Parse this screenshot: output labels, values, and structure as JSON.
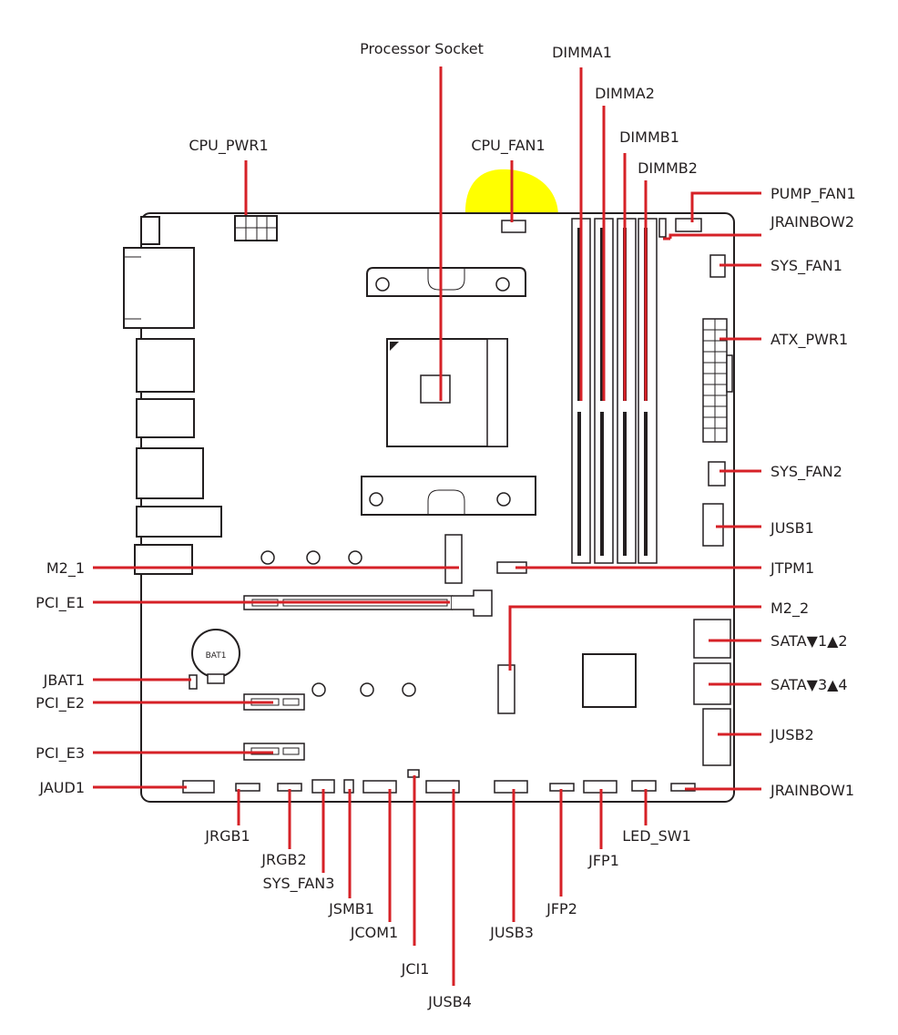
{
  "highlight_color": "#ffff00",
  "leader_color": "#d62127",
  "battery_label": "BAT1",
  "labels": {
    "processor_socket": "Processor Socket",
    "dimma1": "DIMMA1",
    "dimma2": "DIMMA2",
    "dimmb1": "DIMMB1",
    "dimmb2": "DIMMB2",
    "cpu_pwr1": "CPU_PWR1",
    "cpu_fan1": "CPU_FAN1",
    "pump_fan1": "PUMP_FAN1",
    "jrainbow2": "JRAINBOW2",
    "sys_fan1": "SYS_FAN1",
    "atx_pwr1": "ATX_PWR1",
    "sys_fan2": "SYS_FAN2",
    "jusb1": "JUSB1",
    "jtpm1": "JTPM1",
    "m2_2": "M2_2",
    "sata12": "SATA▼1▲2",
    "sata34": "SATA▼3▲4",
    "jusb2": "JUSB2",
    "jrainbow1": "JRAINBOW1",
    "m2_1": "M2_1",
    "pci_e1": "PCI_E1",
    "jbat1": "JBAT1",
    "pci_e2": "PCI_E2",
    "pci_e3": "PCI_E3",
    "jaud1": "JAUD1",
    "jrgb1": "JRGB1",
    "jrgb2": "JRGB2",
    "sys_fan3": "SYS_FAN3",
    "jsmb1": "JSMB1",
    "jcom1": "JCOM1",
    "jci1": "JCI1",
    "jusb4": "JUSB4",
    "jusb3": "JUSB3",
    "jfp2": "JFP2",
    "jfp1": "JFP1",
    "led_sw1": "LED_SW1"
  }
}
